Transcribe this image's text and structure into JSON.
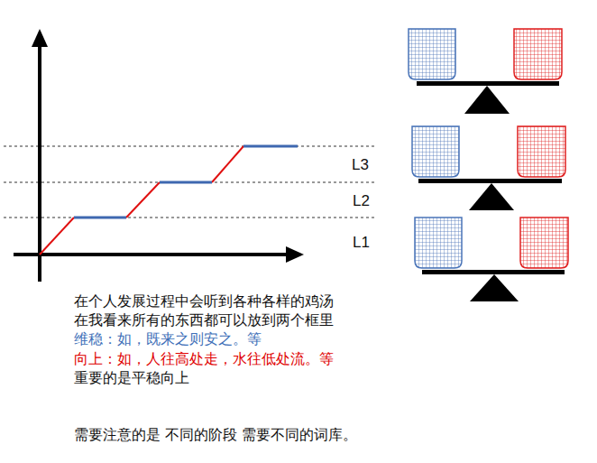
{
  "diagram": {
    "labels": [
      "L3",
      "L2",
      "L1",
      "在个人发展过程中会听到各种各样的鸡汤",
      "在我看来所有的东西都可以放到两个框里",
      "维稳：如，既来之则安之。等",
      "向上：如，人往高处走，水往低处流。等",
      "重要的是平稳向上",
      "需要注意的是 不同的阶段 需要不同的词库。"
    ]
  }
}
